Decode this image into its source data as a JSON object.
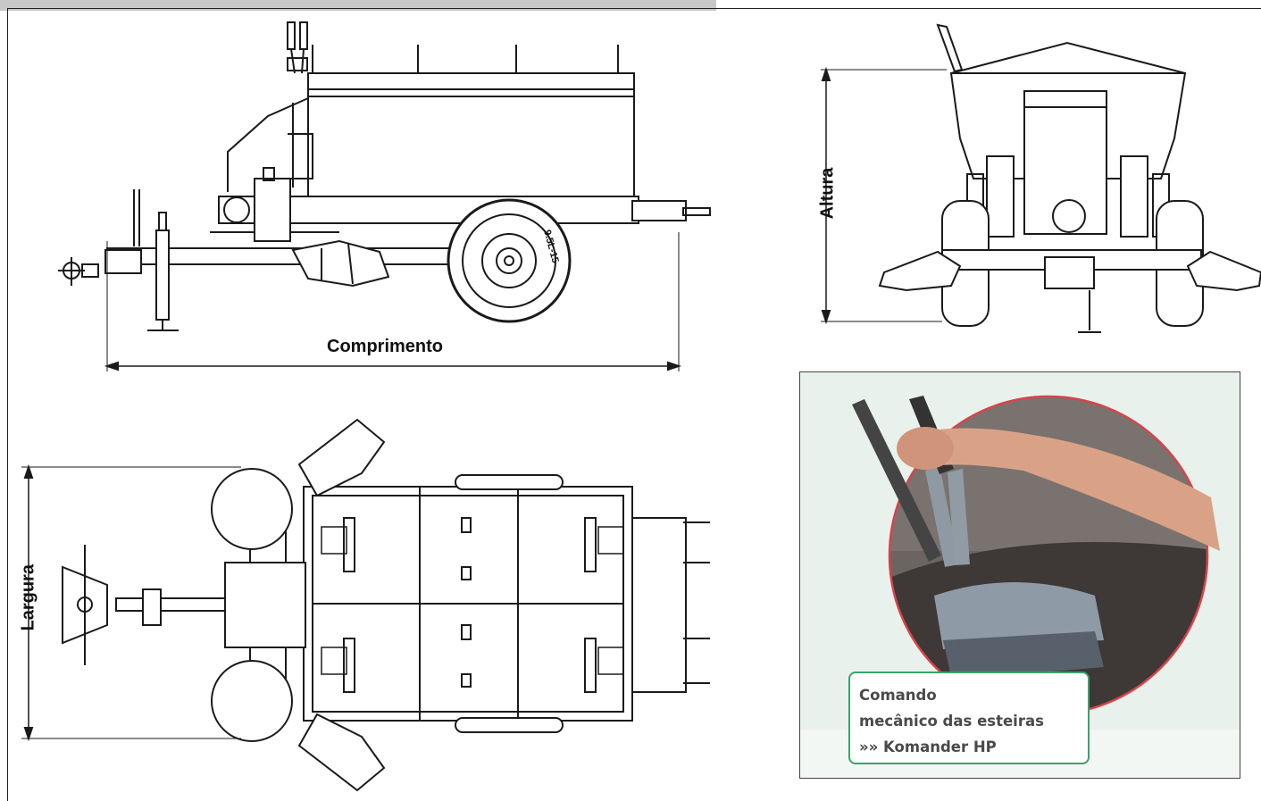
{
  "dimensions": {
    "length_label": "Comprimento",
    "height_label": "Altura",
    "width_label": "Largura"
  },
  "tire_label": "9.5L-15",
  "photo_caption": {
    "line1": "Comando",
    "line2": "mecânico das esteiras",
    "line3": "»» Komander HP"
  },
  "colors": {
    "line": "#1a1a1a",
    "caption_border": "#3aa36a",
    "photo_ring": "#d8434a",
    "photo_background": "#e9f1ec"
  }
}
